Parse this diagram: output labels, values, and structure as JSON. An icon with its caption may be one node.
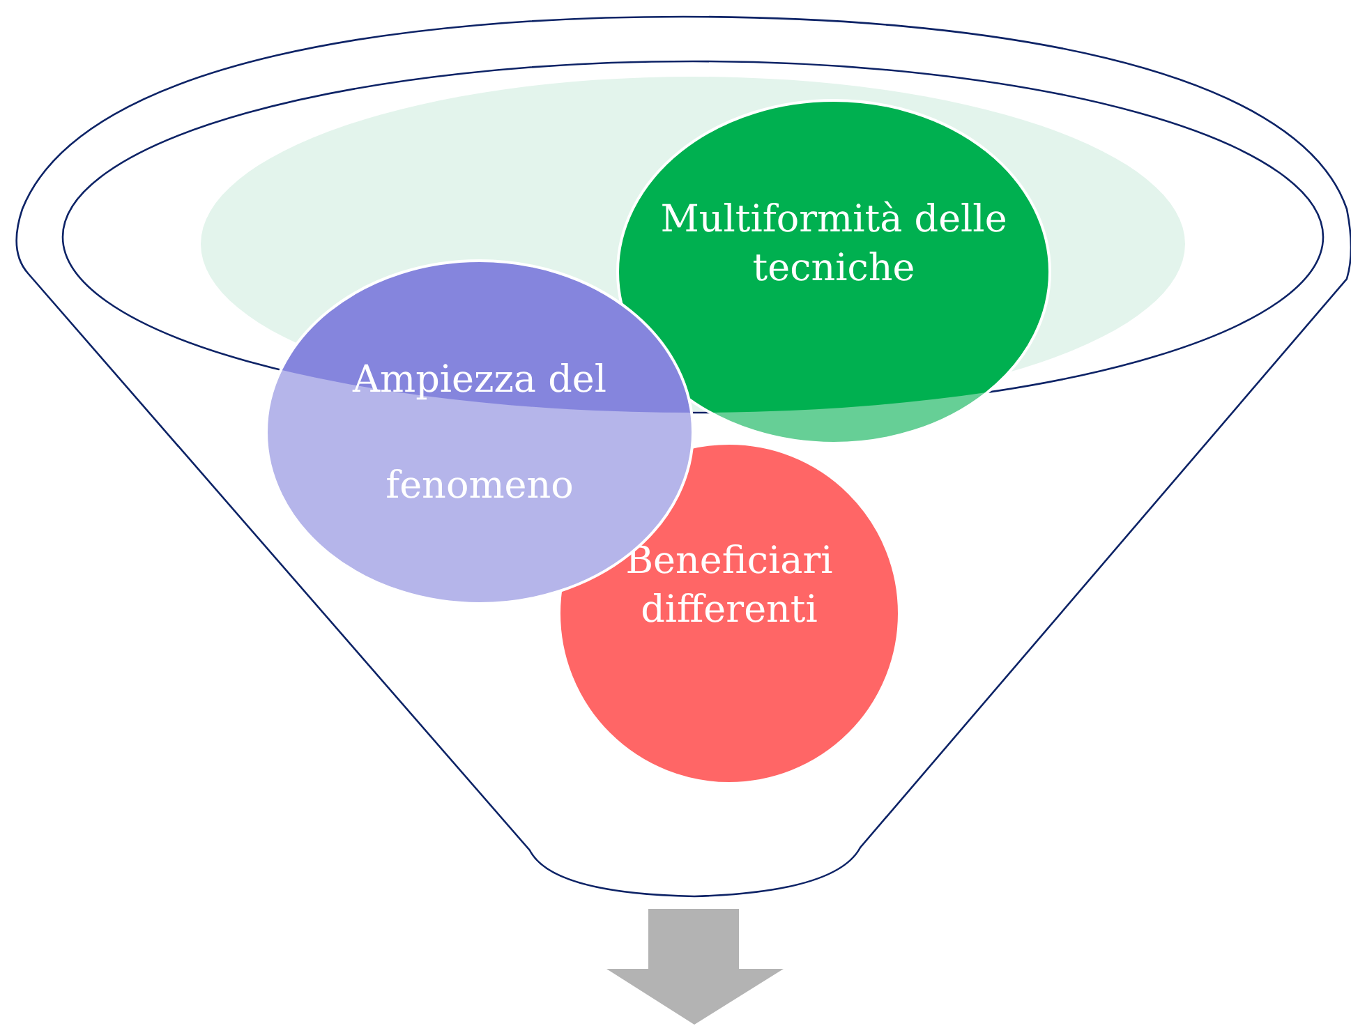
{
  "diagram": {
    "nodes": [
      {
        "text": [
          "Multiformità delle tecniche"
        ]
      },
      {
        "text": [
          "Ampiezza del fenomeno"
        ]
      },
      {
        "text": [
          "Beneficiari differenti"
        ]
      }
    ],
    "edges": []
  }
}
